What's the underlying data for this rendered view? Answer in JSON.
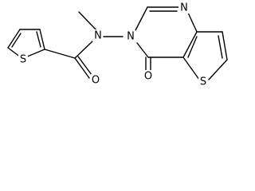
{
  "atoms": {
    "thiophene_S": "S",
    "carbonyl_O": "O",
    "amide_N": "N",
    "ring_N3": "N",
    "ring_N1": "N",
    "ketone_O": "O",
    "thieno_S": "S"
  },
  "colors": {
    "bond": "#000000",
    "label": "#000000",
    "background": "#ffffff"
  }
}
